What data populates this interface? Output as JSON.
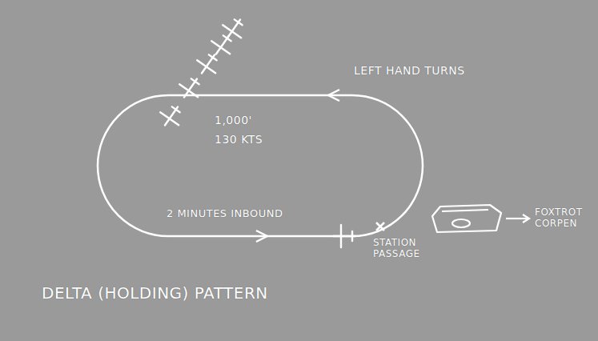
{
  "diagram": {
    "title": "DELTA (HOLDING) PATTERN",
    "labels": [
      "LEFT HAND TURNS",
      "1,000'",
      "130 KTS",
      "2 MINUTES INBOUND",
      "STATION PASSAGE",
      "FOXTROT CORPEN"
    ]
  }
}
